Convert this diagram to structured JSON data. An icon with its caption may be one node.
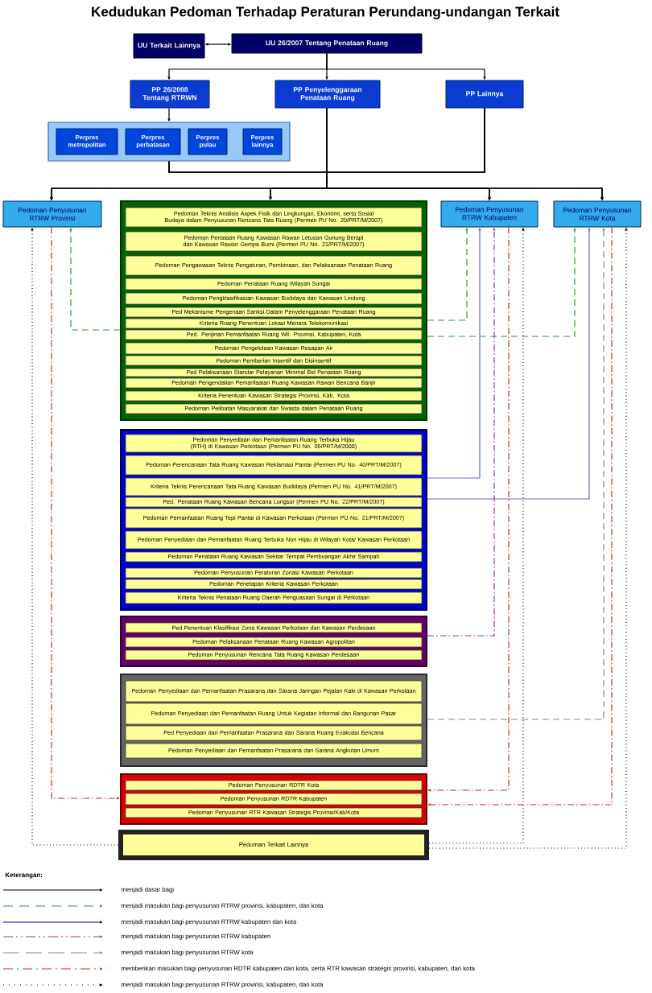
{
  "diagram": {
    "title": "Kedudukan Pedoman Terhadap Peraturan Perundang-undangan Terkait",
    "nodes": [
      {
        "text": [
          "UU Terkait Lainnya"
        ]
      },
      {
        "text": [
          "UU 26/2007 Tentang Penataan Ruang"
        ]
      },
      {
        "text": [
          "PP 26/2008 Tentang RTRWN"
        ]
      },
      {
        "text": [
          "PP Penyelenggaraan Penataan Ruang"
        ]
      },
      {
        "text": [
          "PP Lainnya"
        ]
      },
      {
        "text": [],
        "shape": "box"
      },
      {
        "text": [
          "Perpres metropolitan"
        ],
        "in": 5
      },
      {
        "text": [
          "Perpres perbatasan"
        ],
        "in": 5
      },
      {
        "text": [
          "Perpres pulau"
        ],
        "in": 5
      },
      {
        "text": [
          "Perpres lainnya"
        ],
        "in": 5
      },
      {
        "text": [
          "Pedoman Penyusunan RTRW Provinsi"
        ]
      },
      {
        "text": [],
        "shape": "box"
      },
      {
        "text": [
          "Pedoman Teknis Analisis Aspek Fisik dan Lingkungan, Ekonomi, serta Sosial Budaya dalam Penyusunan Rencana Tata Ruang (Permen PU No. 20/PRT/M/2007)"
        ],
        "in": 11
      },
      {
        "text": [
          "Pedoman Penataan Ruang Kawasan Rawan Letusan Gunung Berapi dan Kawasan Rawan Gempa Bumi (Permen PU No. 21/PRT/M/2007)"
        ],
        "in": 11
      },
      {
        "text": [
          "Pedoman Pengawasan Teknis Pengaturan, Pembinaan, dan Pelaksanaan Penataan Ruang"
        ],
        "in": 11
      },
      {
        "text": [
          "Pedoman Penataan Ruang Wilayah Sungai"
        ],
        "in": 11
      },
      {
        "text": [
          "Pedoman Pengklasifikasian Kawasan Budidaya dan Kawasan Lindung"
        ],
        "in": 11
      },
      {
        "text": [
          "Ped Mekanisme Pengenaan Sanksi Dalam Penyelenggaraan Penataan Ruang"
        ],
        "in": 11
      },
      {
        "text": [
          "Kriteria Ruang Penentuan Lokasi Menara Telekomunikasi"
        ],
        "in": 11
      },
      {
        "text": [
          "Ped. Perijinan Pemanfaatan Ruang Wil. Provinsi, Kabupaten, Kota"
        ],
        "in": 11
      },
      {
        "text": [
          "Pedoman Pengelolaan Kawasan Resapan Air"
        ],
        "in": 11
      },
      {
        "text": [
          "Pedoman Pemberian Insentif dan Disinsentif"
        ],
        "in": 11
      },
      {
        "text": [
          "Ped Pelaksanaan Standar Pelayanan Minimal Bid Penataan Ruang"
        ],
        "in": 11
      },
      {
        "text": [
          "Pedoman Pengendalian Pemanfaatan Ruang Kawasan Rawan Bencana Banjir"
        ],
        "in": 11
      },
      {
        "text": [
          "Kriteria Penentuan Kawasan Strategis Provinsi, Kab. Kota"
        ],
        "in": 11
      },
      {
        "text": [
          "Pedoman Pelibatan Masyarakat dan Swasta dalam Penataan Ruang"
        ],
        "in": 11
      },
      {
        "text": [
          "Pedoman Penyusunan RTRW Kabupaten"
        ]
      },
      {
        "text": [
          "Pedoman Penyusunan RTRW Kota"
        ]
      },
      {
        "text": [],
        "shape": "box"
      },
      {
        "text": [
          "Pedoman Penyediaan dan Pemanfaatan Ruang Terbuka Hijau (RTH) di Kawasan Perkotaan (Permen PU No. 05/PRT/M/2008)"
        ],
        "in": 28
      },
      {
        "text": [
          "Pedoman Perencanaan Tata Ruang Kawasan Reklamasi Pantai (Permen PU No. 40/PRT/M/2007)"
        ],
        "in": 28
      },
      {
        "text": [
          "Kriteria Teknis Perencanaan Tata Ruang Kawasan Budidaya (Permen PU No. 41/PRT/M/2007)"
        ],
        "in": 28
      },
      {
        "text": [
          "Ped. Penataan Ruang Kawasan Bencana Longsor (Permen PU No. 22/PRT/M/2007)"
        ],
        "in": 28
      },
      {
        "text": [
          "Pedoman Pemanfaatan Ruang Tepi Pantai di Kawasan Perkotaan (Permen PU No. 21/PRT/M/2007)"
        ],
        "in": 28
      },
      {
        "text": [
          "Pedoman Penyediaan dan Pemanfaatan Ruang Terbuka Non Hijau di Wilayah Kota/ Kawasan Perkotaan"
        ],
        "in": 28
      },
      {
        "text": [
          "Pedoman Penataan Ruang Kawasan Sekitar Tempat Pembuangan Akhir Sampah"
        ],
        "in": 28
      },
      {
        "text": [
          "Pedoman Penyusunan Peraturan Zonasi Kawasan Perkotaan"
        ],
        "in": 28
      },
      {
        "text": [
          "Pedoman Penetapan Kriteria Kawasan Perkotaan"
        ],
        "in": 28
      },
      {
        "text": [
          "Kriteria Teknis Penataan Ruang Daerah Penguasaan Sungai di Perkotaan"
        ],
        "in": 28
      },
      {
        "text": [],
        "shape": "box"
      },
      {
        "text": [
          "Ped Penentuan Klasifikasi Zona Kawasan Perkotaan dan Kawasan Perdesaan"
        ],
        "in": 39
      },
      {
        "text": [
          "Pedoman Pelaksanaan Penataan Ruang Kawasan Agropolitan"
        ],
        "in": 39
      },
      {
        "text": [
          "Pedoman Penyusunan Rencana Tata Ruang Kawasan Perdesaan"
        ],
        "in": 39
      },
      {
        "text": [],
        "shape": "box"
      },
      {
        "text": [
          "Pedoman Penyediaan dan Pemanfaatan Prasarana dan Sarana Jaringan Pejalan Kaki di Kawasan Perkotaan"
        ],
        "in": 43
      },
      {
        "text": [
          "Pedoman Penyediaan dan Pemanfaatan Ruang Untuk Kegiatan Informal dan Bangunan Pasar"
        ],
        "in": 43
      },
      {
        "text": [
          "Ped Penyediaan dan Pemanfaatan Prasarana dan Sarana Ruang Evakuasi Bencana"
        ],
        "in": 43
      },
      {
        "text": [
          "Pedoman Penyediaan dan Pemanfaatan Prasarana dan Sarana Angkutan Umum"
        ],
        "in": 43
      },
      {
        "text": [],
        "shape": "box"
      },
      {
        "text": [
          "Pedoman Penyusunan RDTR Kota"
        ],
        "in": 48
      },
      {
        "text": [
          "Pedoman Penyusunan RDTR Kabupaten"
        ],
        "in": 48
      },
      {
        "text": [
          "Pedoman Penyusunan RTR Kawasan Strategis Provinsi/Kab/Kota"
        ],
        "in": 48
      },
      {
        "text": [
          "Pedoman Terkait Lainnya"
        ]
      }
    ],
    "edges": [
      {
        "from": 0,
        "to": 1,
        "arrow": "both"
      },
      {
        "from": 1,
        "to": 2,
        "arrow": "to"
      },
      {
        "from": 1,
        "to": 3,
        "arrow": "to"
      },
      {
        "from": 1,
        "to": 4,
        "arrow": "to"
      },
      {
        "from": 2,
        "to": 5,
        "arrow": "to"
      },
      {
        "from": 5,
        "to": 10,
        "arrow": "to"
      },
      {
        "from": 5,
        "to": 11,
        "arrow": "to"
      },
      {
        "from": 5,
        "to": 26,
        "arrow": "to"
      },
      {
        "from": 5,
        "to": 27,
        "arrow": "to"
      },
      {
        "from": 3,
        "to": 10,
        "arrow": "to"
      },
      {
        "from": 3,
        "to": 11,
        "arrow": "to"
      },
      {
        "from": 3,
        "to": 26,
        "arrow": "to"
      },
      {
        "from": 3,
        "to": 27,
        "arrow": "to"
      },
      {
        "from": 4,
        "to": 10,
        "arrow": "to"
      },
      {
        "from": 4,
        "to": 11,
        "arrow": "to"
      },
      {
        "from": 4,
        "to": 26,
        "arrow": "to"
      },
      {
        "from": 4,
        "to": 27,
        "arrow": "to"
      },
      {
        "from": 11,
        "to": 10,
        "arrow": "to",
        "style": "dashed",
        "color": "#339933"
      },
      {
        "from": 11,
        "to": 26,
        "arrow": "to",
        "style": "dashed",
        "color": "#339933"
      },
      {
        "from": 11,
        "to": 27,
        "arrow": "to",
        "style": "dashed",
        "color": "#339933"
      },
      {
        "from": 28,
        "to": 26,
        "arrow": "to",
        "color": "#6666dd"
      },
      {
        "from": 28,
        "to": 27,
        "arrow": "to",
        "color": "#6666dd"
      },
      {
        "from": 39,
        "to": 26,
        "arrow": "to",
        "style": "dashed",
        "color": "#993399"
      },
      {
        "from": 43,
        "to": 27,
        "arrow": "to",
        "style": "dashed",
        "color": "#888888"
      },
      {
        "from": 10,
        "to": 48,
        "arrow": "to",
        "style": "dashed",
        "color": "#dd2222"
      },
      {
        "from": 26,
        "to": 48,
        "arrow": "to",
        "style": "dashed",
        "color": "#dd2222"
      },
      {
        "from": 27,
        "to": 48,
        "arrow": "to",
        "style": "dashed",
        "color": "#dd2222"
      },
      {
        "from": 52,
        "to": 10,
        "arrow": "to",
        "style": "dashed"
      },
      {
        "from": 52,
        "to": 26,
        "arrow": "to",
        "style": "dashed"
      },
      {
        "from": 52,
        "to": 27,
        "arrow": "to",
        "style": "dashed"
      }
    ],
    "labels": [
      "Keterangan:"
    ],
    "legend": [
      {
        "text": "menjadi dasar bagi"
      },
      {
        "text": "menjadi masukan bagi penyusunan RTRW provinsi, kabupaten, dan kota"
      },
      {
        "text": "menjadi masukan bagi penyusunan RTRW kabupaten dan kota"
      },
      {
        "text": "menjadi masukan bagi penyusunan RTRW kabupaten"
      },
      {
        "text": "menjadi masukan bagi penyusunan RTRW kota"
      },
      {
        "text": "memberikan masukan bagi penyusunan RDTR kabupaten dan kota, serta RTR kawasan strategis provinsi, kabupaten, dan kota"
      },
      {
        "text": "menjadi masukan bagi penyusunan RTRW provinsi, kabupaten, dan kota"
      }
    ]
  }
}
